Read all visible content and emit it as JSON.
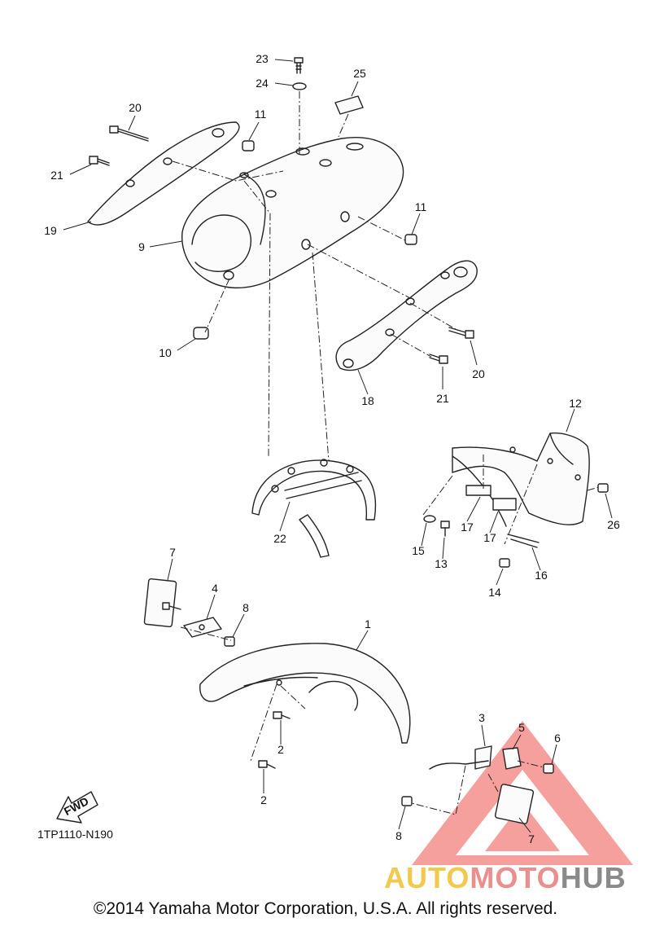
{
  "callouts": [
    {
      "id": "c23",
      "text": "23"
    },
    {
      "id": "c24",
      "text": "24"
    },
    {
      "id": "c25",
      "text": "25"
    },
    {
      "id": "c20a",
      "text": "20"
    },
    {
      "id": "c11a",
      "text": "11"
    },
    {
      "id": "c21a",
      "text": "21"
    },
    {
      "id": "c19",
      "text": "19"
    },
    {
      "id": "c9",
      "text": "9"
    },
    {
      "id": "c11b",
      "text": "11"
    },
    {
      "id": "c10",
      "text": "10"
    },
    {
      "id": "c20b",
      "text": "20"
    },
    {
      "id": "c21b",
      "text": "21"
    },
    {
      "id": "c18",
      "text": "18"
    },
    {
      "id": "c12",
      "text": "12"
    },
    {
      "id": "c22",
      "text": "22"
    },
    {
      "id": "c17a",
      "text": "17"
    },
    {
      "id": "c17b",
      "text": "17"
    },
    {
      "id": "c26",
      "text": "26"
    },
    {
      "id": "c15",
      "text": "15"
    },
    {
      "id": "c13",
      "text": "13"
    },
    {
      "id": "c16",
      "text": "16"
    },
    {
      "id": "c14",
      "text": "14"
    },
    {
      "id": "c7a",
      "text": "7"
    },
    {
      "id": "c4",
      "text": "4"
    },
    {
      "id": "c8a",
      "text": "8"
    },
    {
      "id": "c1",
      "text": "1"
    },
    {
      "id": "c2a",
      "text": "2"
    },
    {
      "id": "c2b",
      "text": "2"
    },
    {
      "id": "c3",
      "text": "3"
    },
    {
      "id": "c5",
      "text": "5"
    },
    {
      "id": "c6",
      "text": "6"
    },
    {
      "id": "c8b",
      "text": "8"
    },
    {
      "id": "c7b",
      "text": "7"
    }
  ],
  "fwd_label": "FWD",
  "diagram_code": "1TP1110-N190",
  "copyright": "©2014 Yamaha Motor Corporation, U.S.A. All rights reserved.",
  "watermark": {
    "part1": "AUTO",
    "part2": "MOTO",
    "part3": "HUB"
  },
  "colors": {
    "watermark_red": "#e53935",
    "watermark_yellow": "#f2c94c",
    "watermark_gray": "#8a8a8a",
    "line": "#222222"
  }
}
